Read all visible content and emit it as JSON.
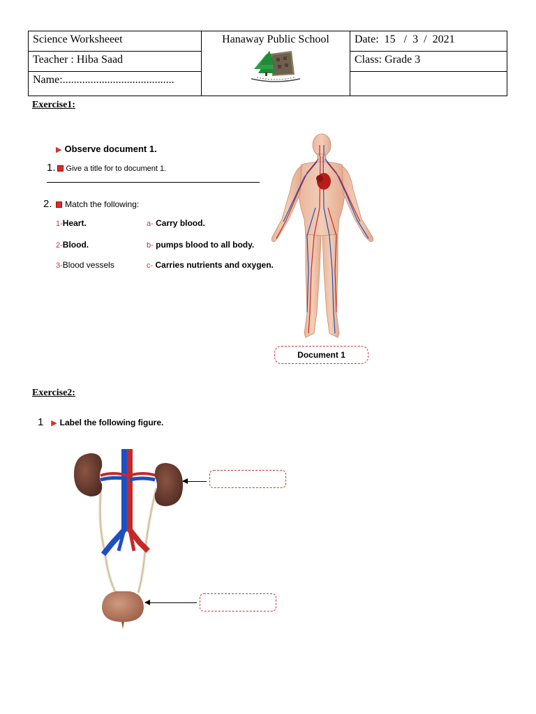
{
  "header": {
    "title": "Science Worksheeet",
    "school": "Hanaway Public School",
    "date_label": "Date:",
    "date_day": "15",
    "date_month": "3",
    "date_year": "2021",
    "teacher": "Teacher : Hiba Saad",
    "class": "Class: Grade 3",
    "name": "Name:........................................"
  },
  "exercise1": {
    "title": "Exercise1:",
    "instruction": "Observe document 1.",
    "q1_number": "1.",
    "q1_text": "Give a title for to document 1.",
    "q2_number": "2.",
    "q2_text": "Match the following:",
    "left_items": [
      {
        "num": "1-",
        "text": "Heart."
      },
      {
        "num": "2-",
        "text": "Blood."
      },
      {
        "num": "3-",
        "text": "Blood vessels"
      }
    ],
    "right_items": [
      {
        "letter": "a-",
        "text": "Carry blood."
      },
      {
        "letter": "b-",
        "text": "pumps blood to all body."
      },
      {
        "letter": "c-",
        "text": "Carries nutrients and oxygen."
      }
    ],
    "figure_caption": "Document 1"
  },
  "exercise2": {
    "title": "Exercise2:",
    "q1_number": "1",
    "q1_text": "Label the following figure."
  }
}
